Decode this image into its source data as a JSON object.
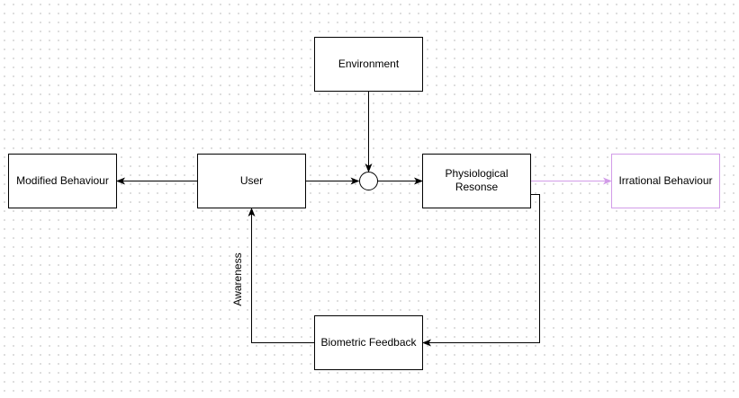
{
  "nodes": {
    "environment": "Environment",
    "user": "User",
    "modified_behaviour": "Modified Behaviour",
    "physiological_response_line1": "Physiological",
    "physiological_response_line2": "Resonse",
    "irrational_behaviour": "Irrational Behaviour",
    "biometric_feedback": "Biometric Feedback"
  },
  "edges": {
    "feedback_to_user_label": "Awareness"
  },
  "colors": {
    "accent": "#d29ce8",
    "stroke": "#000000",
    "grid_dot": "#d6d6d6",
    "background": "#ffffff"
  }
}
